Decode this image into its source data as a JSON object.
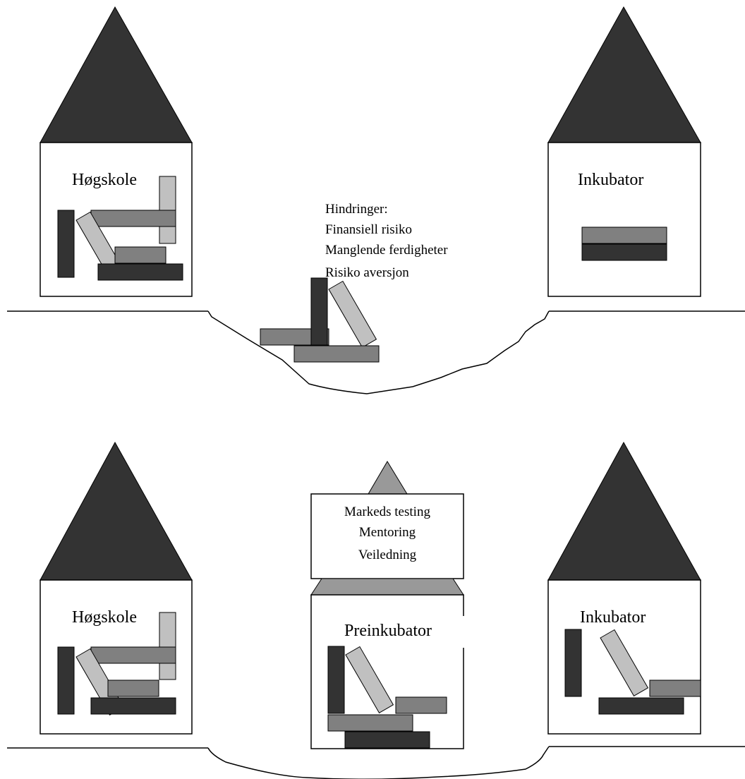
{
  "scene_top": {
    "left_building_label": "Høgskole",
    "right_building_label": "Inkubator",
    "obstacles": {
      "heading": "Hindringer:",
      "items": [
        "Finansiell risiko",
        "Manglende ferdigheter",
        "Risiko aversjon"
      ]
    }
  },
  "scene_bottom": {
    "left_building_label": "Høgskole",
    "center_building_label": "Preinkubator",
    "services": [
      "Markeds testing",
      "Mentoring",
      "Veiledning"
    ],
    "right_building_label": "Inkubator"
  },
  "colors": {
    "roof": "#333333",
    "block_dark": "#333333",
    "block_mid": "#808080",
    "block_light": "#c0c0c0",
    "line": "#000000",
    "background": "#ffffff"
  }
}
